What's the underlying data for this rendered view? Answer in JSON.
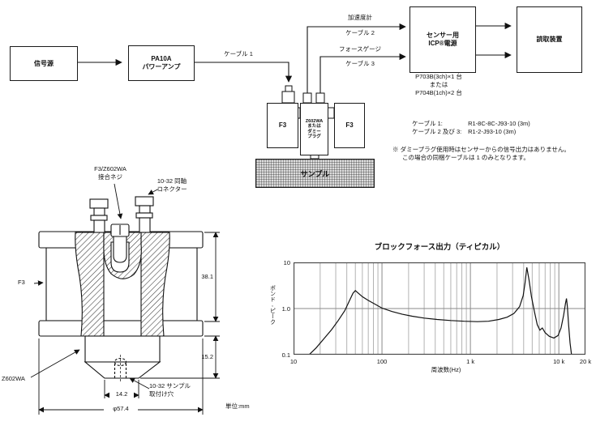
{
  "block_diagram": {
    "signal_source": "信号源",
    "amp_line1": "PA10A",
    "amp_line2": "パワーアンプ",
    "cable1_label": "ケーブル 1",
    "accel_label": "加速度計",
    "cable2_label": "ケーブル 2",
    "force_gauge_label": "フォースゲージ",
    "cable3_label": "ケーブル 3",
    "icp_line1": "センサー用",
    "icp_line2": "ICP®電源",
    "readout": "読取装置",
    "icp_models_line1": "P703B(3ch)×1 台",
    "icp_models_line2": "または",
    "icp_models_line3": "P704B(1ch)×2 台",
    "f3_left": "F3",
    "f3_right": "F3",
    "center_stack": [
      "Z602WA",
      "または",
      "ダミー",
      "プラグ"
    ],
    "sample_label": "サンプル",
    "cable_specs": [
      {
        "label": "ケーブル 1:",
        "value": "R1-8C-8C-J93-10 (3m)"
      },
      {
        "label": "ケーブル 2 及び 3:",
        "value": "R1-2-J93-10 (3m)"
      }
    ],
    "note_line1": "※ ダミープラグ使用時はセンサーからの信号出力はありません。",
    "note_line2": "この場合の同梱ケーブルは 1 のみとなります。"
  },
  "drawing": {
    "joint_screw_line1": "F3/Z602WA",
    "joint_screw_line2": "接合ネジ",
    "coax_line1": "10-32 同軸",
    "coax_line2": "コネクター",
    "f3_label": "F3",
    "z602wa_label": "Z602WA",
    "mount_hole_line1": "10-32 サンプル",
    "mount_hole_line2": "取付け穴",
    "dim_height_upper": "38.1",
    "dim_height_lower": "15.2",
    "dim_width_bottom": "14.2",
    "dim_diameter": "φ57.4",
    "units": "単位:mm"
  },
  "chart_data": {
    "type": "line",
    "title": "ブロックフォース出力（ティピカル）",
    "xlabel": "周波数(Hz)",
    "ylabel": "ポンド,ピーク",
    "x_scale": "log",
    "y_scale": "log",
    "xlim": [
      10,
      20000
    ],
    "ylim": [
      0.1,
      10
    ],
    "grid": {
      "x_minor": true,
      "y_line_at": 1.0,
      "legend": "none"
    },
    "x_ticks": [
      {
        "v": 10,
        "label": "10"
      },
      {
        "v": 100,
        "label": "100"
      },
      {
        "v": 1000,
        "label": "1 k"
      },
      {
        "v": 10000,
        "label": "10 k"
      },
      {
        "v": 20000,
        "label": "20 k"
      }
    ],
    "y_ticks": [
      {
        "v": 10,
        "label": "10"
      },
      {
        "v": 1,
        "label": "1.0"
      },
      {
        "v": 0.1,
        "label": "0.1"
      }
    ],
    "points": [
      [
        15,
        0.1
      ],
      [
        18,
        0.14
      ],
      [
        22,
        0.22
      ],
      [
        27,
        0.35
      ],
      [
        32,
        0.55
      ],
      [
        38,
        0.9
      ],
      [
        43,
        1.5
      ],
      [
        47,
        2.15
      ],
      [
        50,
        2.45
      ],
      [
        54,
        2.15
      ],
      [
        60,
        1.8
      ],
      [
        70,
        1.5
      ],
      [
        85,
        1.22
      ],
      [
        100,
        1.02
      ],
      [
        130,
        0.86
      ],
      [
        170,
        0.75
      ],
      [
        220,
        0.68
      ],
      [
        300,
        0.62
      ],
      [
        420,
        0.58
      ],
      [
        600,
        0.55
      ],
      [
        850,
        0.53
      ],
      [
        1200,
        0.52
      ],
      [
        1600,
        0.53
      ],
      [
        2100,
        0.58
      ],
      [
        2600,
        0.65
      ],
      [
        3100,
        0.78
      ],
      [
        3600,
        1.1
      ],
      [
        3950,
        1.9
      ],
      [
        4150,
        3.6
      ],
      [
        4350,
        7.8
      ],
      [
        4600,
        4.2
      ],
      [
        4900,
        1.8
      ],
      [
        5300,
        0.85
      ],
      [
        5700,
        0.45
      ],
      [
        6100,
        0.34
      ],
      [
        6500,
        0.38
      ],
      [
        7000,
        0.3
      ],
      [
        7800,
        0.25
      ],
      [
        8800,
        0.23
      ],
      [
        9800,
        0.26
      ],
      [
        10600,
        0.38
      ],
      [
        11300,
        0.7
      ],
      [
        11900,
        1.3
      ],
      [
        12200,
        1.65
      ],
      [
        12500,
        1.1
      ],
      [
        12900,
        0.45
      ],
      [
        13400,
        0.18
      ],
      [
        13900,
        0.1
      ]
    ]
  }
}
